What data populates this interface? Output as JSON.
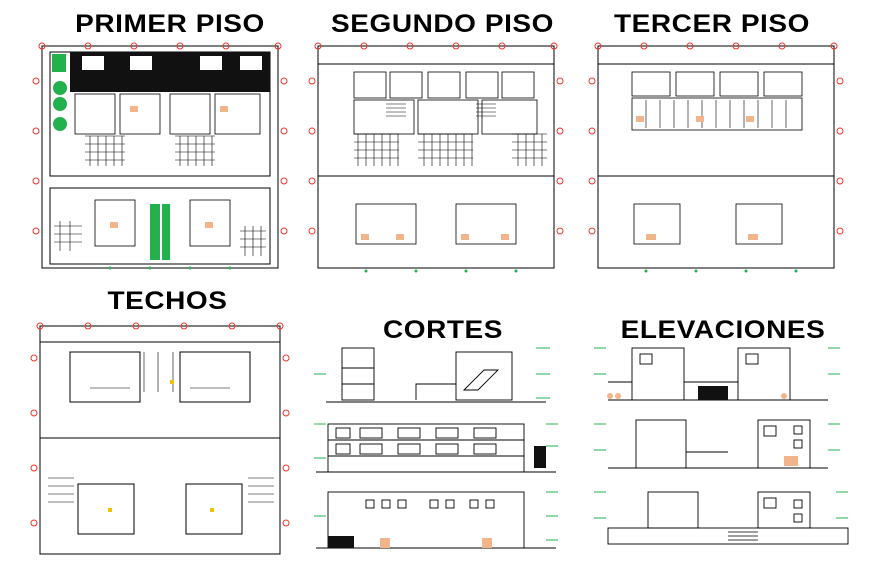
{
  "titles": {
    "primer_piso": "PRIMER PISO",
    "segundo_piso": "SEGUNDO PISO",
    "tercer_piso": "TERCER PISO",
    "techos": "TECHOS",
    "cortes": "CORTES",
    "elevaciones": "ELEVACIONES"
  },
  "colors": {
    "line": "#000000",
    "grid_marker": "#e8352b",
    "vegetation": "#22b14c",
    "furniture": "#f2b48a",
    "accent_yellow": "#f2c200"
  }
}
